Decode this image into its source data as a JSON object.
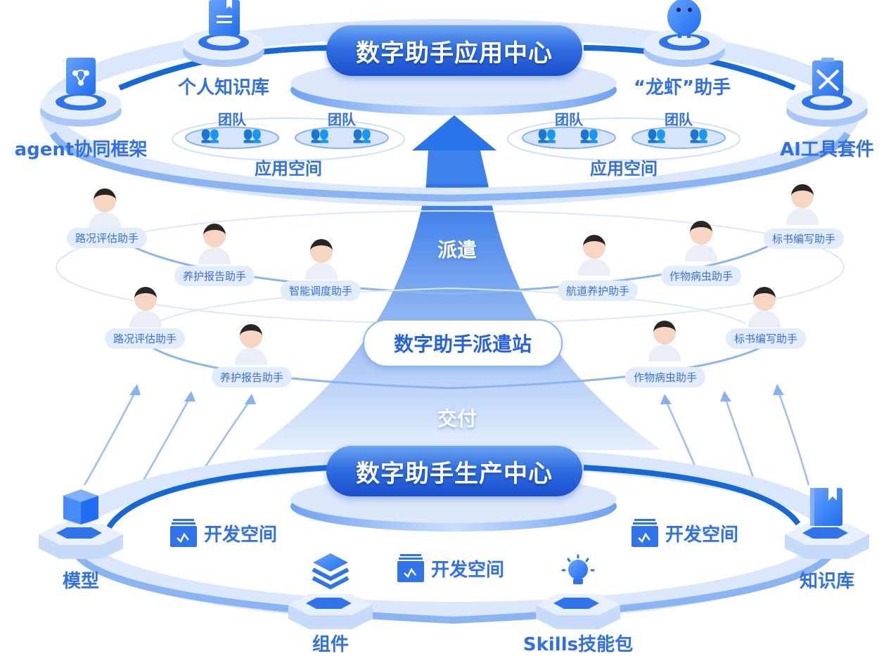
{
  "app_center": {
    "title": "数字助手应用中心",
    "nodes": [
      {
        "label": "agent协同框架",
        "icon": "document-network-icon"
      },
      {
        "label": "个人知识库",
        "icon": "book-icon"
      },
      {
        "label": "“龙虾”助手",
        "icon": "robot-icon"
      },
      {
        "label": "AI工具套件",
        "icon": "toolkit-icon"
      }
    ],
    "app_spaces": [
      {
        "label": "应用空间",
        "teams": [
          "团队",
          "团队"
        ]
      },
      {
        "label": "应用空间",
        "teams": [
          "团队",
          "团队"
        ]
      }
    ]
  },
  "flow": {
    "dispatch_label": "派遣",
    "station_label": "数字助手派遣站",
    "deliver_label": "交付"
  },
  "assistants": {
    "upper_left": [
      "路况评估助手",
      "养护报告助手",
      "智能调度助手"
    ],
    "upper_right": [
      "航道养护助手",
      "作物病虫助手",
      "标书编写助手"
    ],
    "lower_left": [
      "路况评估助手",
      "养护报告助手"
    ],
    "lower_right": [
      "作物病虫助手",
      "标书编写助手"
    ]
  },
  "production_center": {
    "title": "数字助手生产中心",
    "nodes": [
      {
        "label": "模型",
        "icon": "cube-icon"
      },
      {
        "label": "组件",
        "icon": "layers-icon"
      },
      {
        "label": "Skills技能包",
        "icon": "lightbulb-icon"
      },
      {
        "label": "知识库",
        "icon": "bookmark-book-icon"
      }
    ],
    "dev_spaces": [
      "开发空间",
      "开发空间",
      "开发空间"
    ]
  },
  "colors": {
    "primary": "#2f6fe8",
    "dark_blue": "#1a4fcf",
    "ring_light": "#dbe7fd",
    "ring_mid": "#8ab4f2",
    "tag_bg": "#e1ecfd"
  }
}
